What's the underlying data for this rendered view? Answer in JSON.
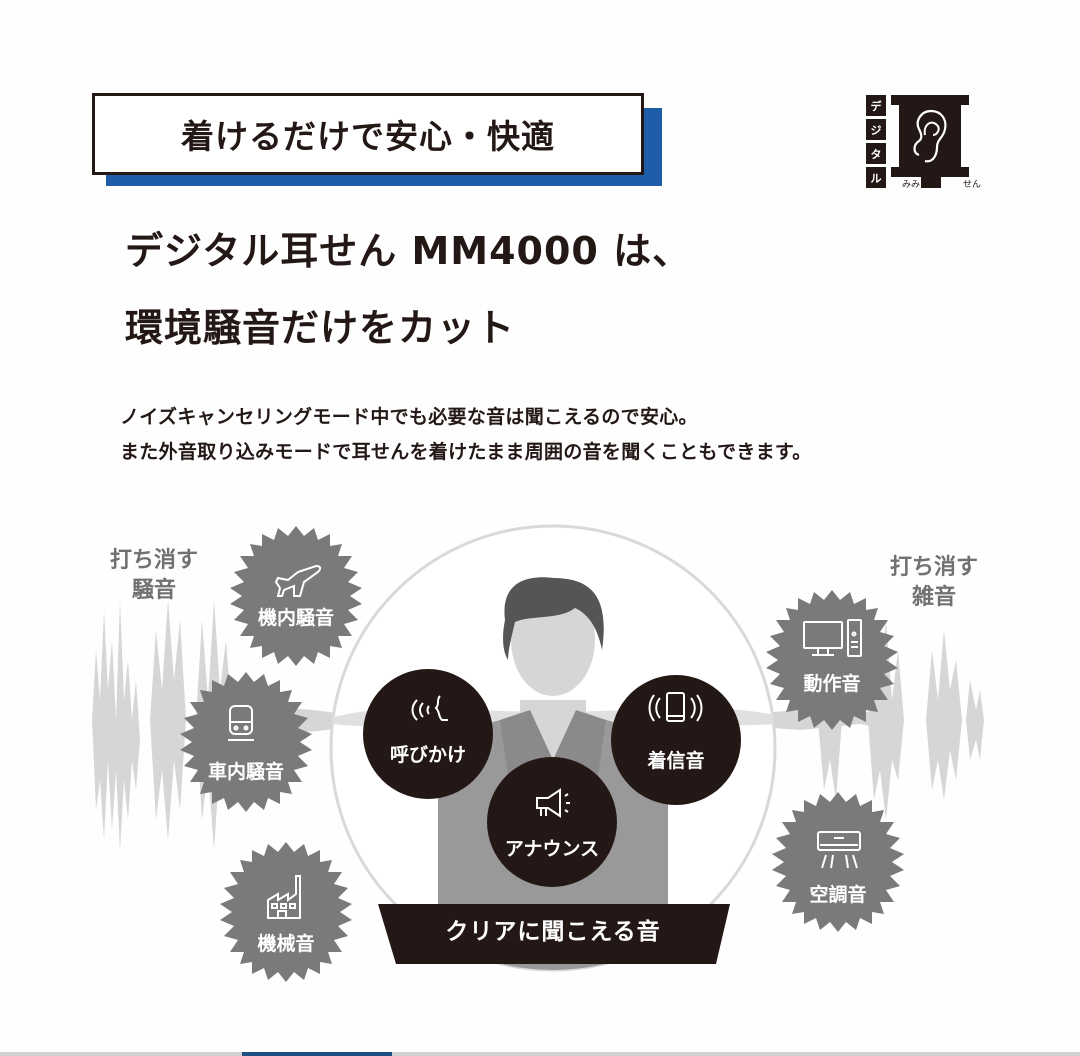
{
  "heading": {
    "label": "着けるだけで安心・快適"
  },
  "logo": {
    "vertical_chars": [
      "デ",
      "ジ",
      "タ",
      "ル"
    ],
    "icon": "ear-icon",
    "left_caption": "みみ",
    "right_caption": "せん"
  },
  "title": {
    "line1": "デジタル耳せん MM4000 は、",
    "line2": "環境騒音だけをカット"
  },
  "description": {
    "line1": "ノイズキャンセリングモード中でも必要な音は聞こえるので安心。",
    "line2": "また外音取り込みモードで耳せんを着けたまま周囲の音を聞くこともできます。"
  },
  "side_labels": {
    "left": {
      "line1": "打ち消す",
      "line2": "騒音"
    },
    "right": {
      "line1": "打ち消す",
      "line2": "雑音"
    }
  },
  "cancelled_noises": [
    {
      "label": "機内騒音",
      "icon": "airplane-icon"
    },
    {
      "label": "車内騒音",
      "icon": "train-icon"
    },
    {
      "label": "機械音",
      "icon": "factory-icon"
    },
    {
      "label": "動作音",
      "icon": "computer-icon"
    },
    {
      "label": "空調音",
      "icon": "air-conditioner-icon"
    }
  ],
  "clear_sounds": [
    {
      "label": "呼びかけ",
      "icon": "voice-call-icon"
    },
    {
      "label": "アナウンス",
      "icon": "megaphone-icon"
    },
    {
      "label": "着信音",
      "icon": "phone-ring-icon"
    }
  ],
  "banner": {
    "label": "クリアに聞こえる音"
  },
  "colors": {
    "accent_blue": "#1e5ea8",
    "dark": "#231815",
    "burst_gray": "#7a7a7a",
    "wave_gray": "#d4d4d4",
    "label_gray": "#727171"
  }
}
